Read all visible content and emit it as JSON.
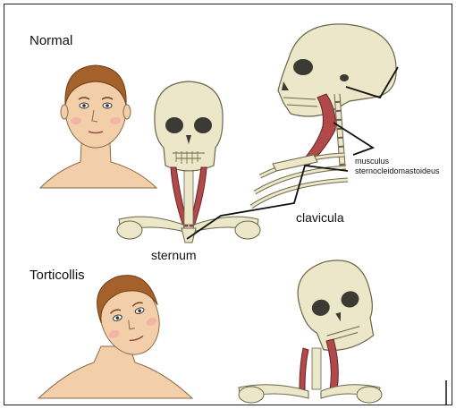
{
  "labels": {
    "normal": "Normal",
    "torticollis": "Torticollis",
    "sternum": "sternum",
    "clavicula": "clavicula",
    "musculus_line1": "musculus",
    "musculus_line2": "sternocleidomastoideus"
  },
  "colors": {
    "skin": "#f3cfa9",
    "hair": "#a5612b",
    "bone": "#ece7c9",
    "muscle": "#b04a4a",
    "line": "#111111"
  }
}
